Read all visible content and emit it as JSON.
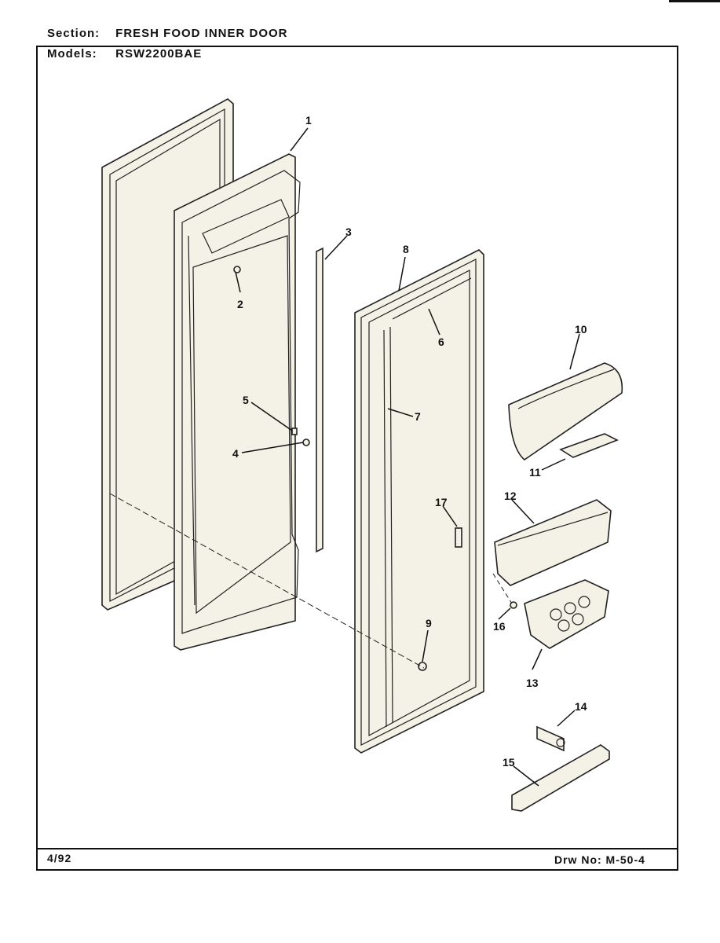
{
  "header": {
    "section_key": "Section:",
    "section_value": "FRESH FOOD INNER DOOR",
    "models_key": "Models:",
    "models_value": "RSW2200BAE"
  },
  "footer": {
    "date": "4/92",
    "drawing_number": "Drw No: M-50-4"
  },
  "callouts": [
    "1",
    "2",
    "3",
    "4",
    "5",
    "6",
    "7",
    "8",
    "9",
    "10",
    "11",
    "12",
    "13",
    "14",
    "15",
    "16",
    "17"
  ]
}
